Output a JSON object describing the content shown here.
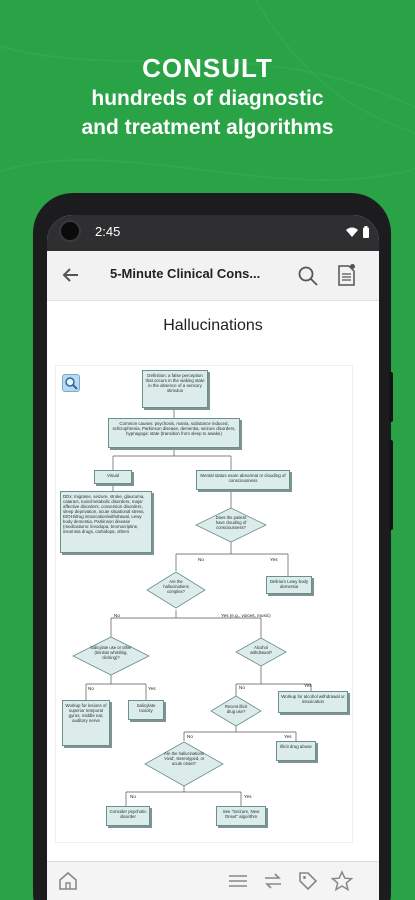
{
  "promo": {
    "headline": "CONSULT",
    "subline1": "hundreds of diagnostic",
    "subline2": "and treatment algorithms"
  },
  "status": {
    "time": "2:45"
  },
  "appbar": {
    "title": "5-Minute Clinical Cons..."
  },
  "page": {
    "title": "Hallucinations"
  },
  "flow": {
    "b_definition": "Definition: a false perception that occurs in the waking state in the absence of a sensory stimulus",
    "b_causes": "Common causes: psychosis, mania, substance induced, schizophrenia, Parkinson disease, dementia, seizure disorders, hypnagogic state (transition from sleep to awake)",
    "b_visual": "Visual",
    "b_mental": "Mental status exam abnormal or clouding of consciousness",
    "b_ddx": "DDx: migraine, seizure, stroke, glaucoma, cataract, toxic/metabolic disorders, major affective disorders, conversion disorders, sleep deprivation, acute situational stress, EtOH/drug intoxication/withdrawal, Lewy body dementia, Parkinson disease (medications: levodopa, bromocriptine, insomnia drugs, carbidopa, others",
    "d_clouding": "Does the patient have clouding of consciousness?",
    "l_no1": "No",
    "l_yes1": "Yes",
    "b_delirium": "Delirium Lewy body dementia",
    "d_complex": "Are the hallucinations complex?",
    "l_no2": "No",
    "l_yes2": "Yes (e.g., voices, music)",
    "d_salicylate": "Salicylate use or other (tinnitus whistling, clicking)?",
    "d_alcohol": "Alcohol withdrawal?",
    "l_no3": "No",
    "l_yes3": "Yes",
    "l_no4": "No",
    "l_yes4": "Yes",
    "b_workup_lesions": "Workup for lesions of superior temporal gyrus, middle ear, auditory nerve",
    "b_salicylate_tox": "Salicylate toxicity",
    "d_recent_drug": "Recent illicit drug use?",
    "b_workup_alcohol": "Workup for alcohol withdrawal or intoxication",
    "l_no5": "No",
    "l_yes5": "Yes",
    "b_illicit": "Illicit drug abuse",
    "d_vivid": "Are the hallucinations ‘vivid’, stereotyped, or acute onset?",
    "l_no6": "No",
    "l_yes6": "Yes",
    "b_psychotic": "Consider psychotic disorder",
    "b_seizure": "See “Seizure, New Onset” algorithm"
  },
  "icons": {
    "back": "arrow-back-icon",
    "search": "search-icon",
    "document": "document-icon",
    "zoom": "zoom-icon",
    "home": "home-icon",
    "menu": "menu-icon",
    "swap": "swap-icon",
    "tag": "tag-icon",
    "star": "star-icon",
    "wifi": "wifi-icon",
    "battery": "battery-icon"
  },
  "colors": {
    "background": "#2aa347",
    "statusbar": "#2f2f31",
    "flowbox": "#dcecea"
  }
}
